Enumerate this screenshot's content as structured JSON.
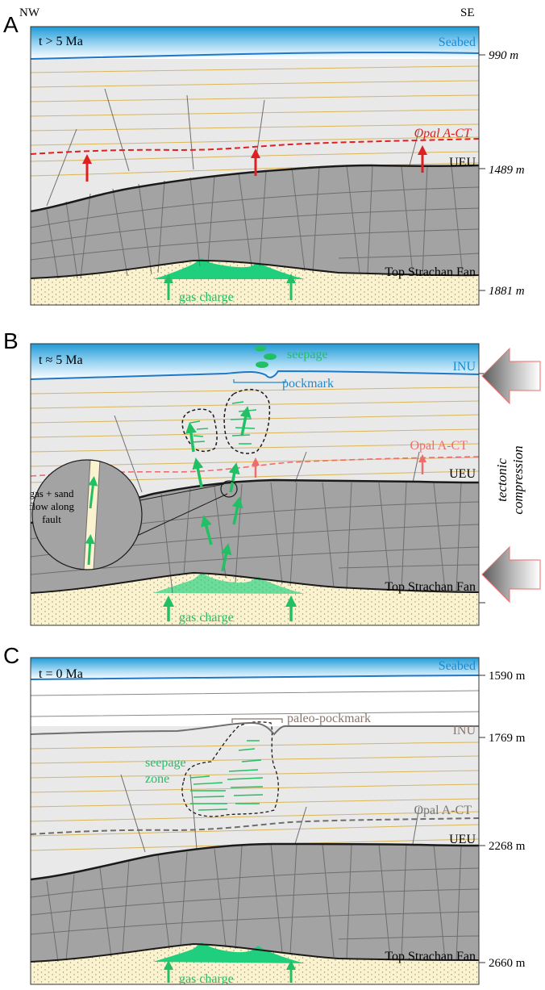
{
  "colors": {
    "water_top": "#1e9ad6",
    "water_bottom": "#ffffff",
    "sediment": "#e9e9e9",
    "ueu_body": "#a3a3a3",
    "sand": "#fbf3cf",
    "gas": "#1fcf7e",
    "yellow_line": "#d9b55a",
    "fault": "#6e6e6e",
    "red": "#e02020",
    "pink": "#ef6c6c",
    "green": "#22c064",
    "blue_text": "#1a8bd0",
    "brown_text": "#8a766e",
    "gray_text": "#777777"
  },
  "panels": [
    {
      "letter": "A",
      "time": "t > 5 Ma",
      "corner_left": "NW",
      "corner_right": "SE",
      "seabed_label": "Seabed",
      "opal_label": "Opal A-CT",
      "ueu_label": "UEU",
      "fan_label": "Top Strachan Fan",
      "gas_label": "gas charge",
      "depths": [
        "990 m",
        "1489 m",
        "1881 m"
      ]
    },
    {
      "letter": "B",
      "time": "t ≈ 5 Ma",
      "seabed_label": "INU",
      "seepage_label": "seepage",
      "pockmark_label": "pockmark",
      "opal_label": "Opal A-CT",
      "ueu_label": "UEU",
      "fan_label": "Top Strachan Fan",
      "gas_label": "gas charge",
      "inset_lines": [
        "gas + sand",
        "flow along",
        "fault"
      ],
      "compression_lines": [
        "tectonic",
        "compression"
      ]
    },
    {
      "letter": "C",
      "time": "t = 0 Ma",
      "seabed_label": "Seabed",
      "paleo_label": "paleo-pockmark",
      "inu_label": "INU",
      "seepage_zone_lines": [
        "seepage",
        "zone"
      ],
      "opal_label": "Opal A-CT",
      "ueu_label": "UEU",
      "fan_label": "Top Strachan Fan",
      "gas_label": "gas charge",
      "depths": [
        "1590 m",
        "1769 m",
        "2268 m",
        "2660 m"
      ]
    }
  ]
}
